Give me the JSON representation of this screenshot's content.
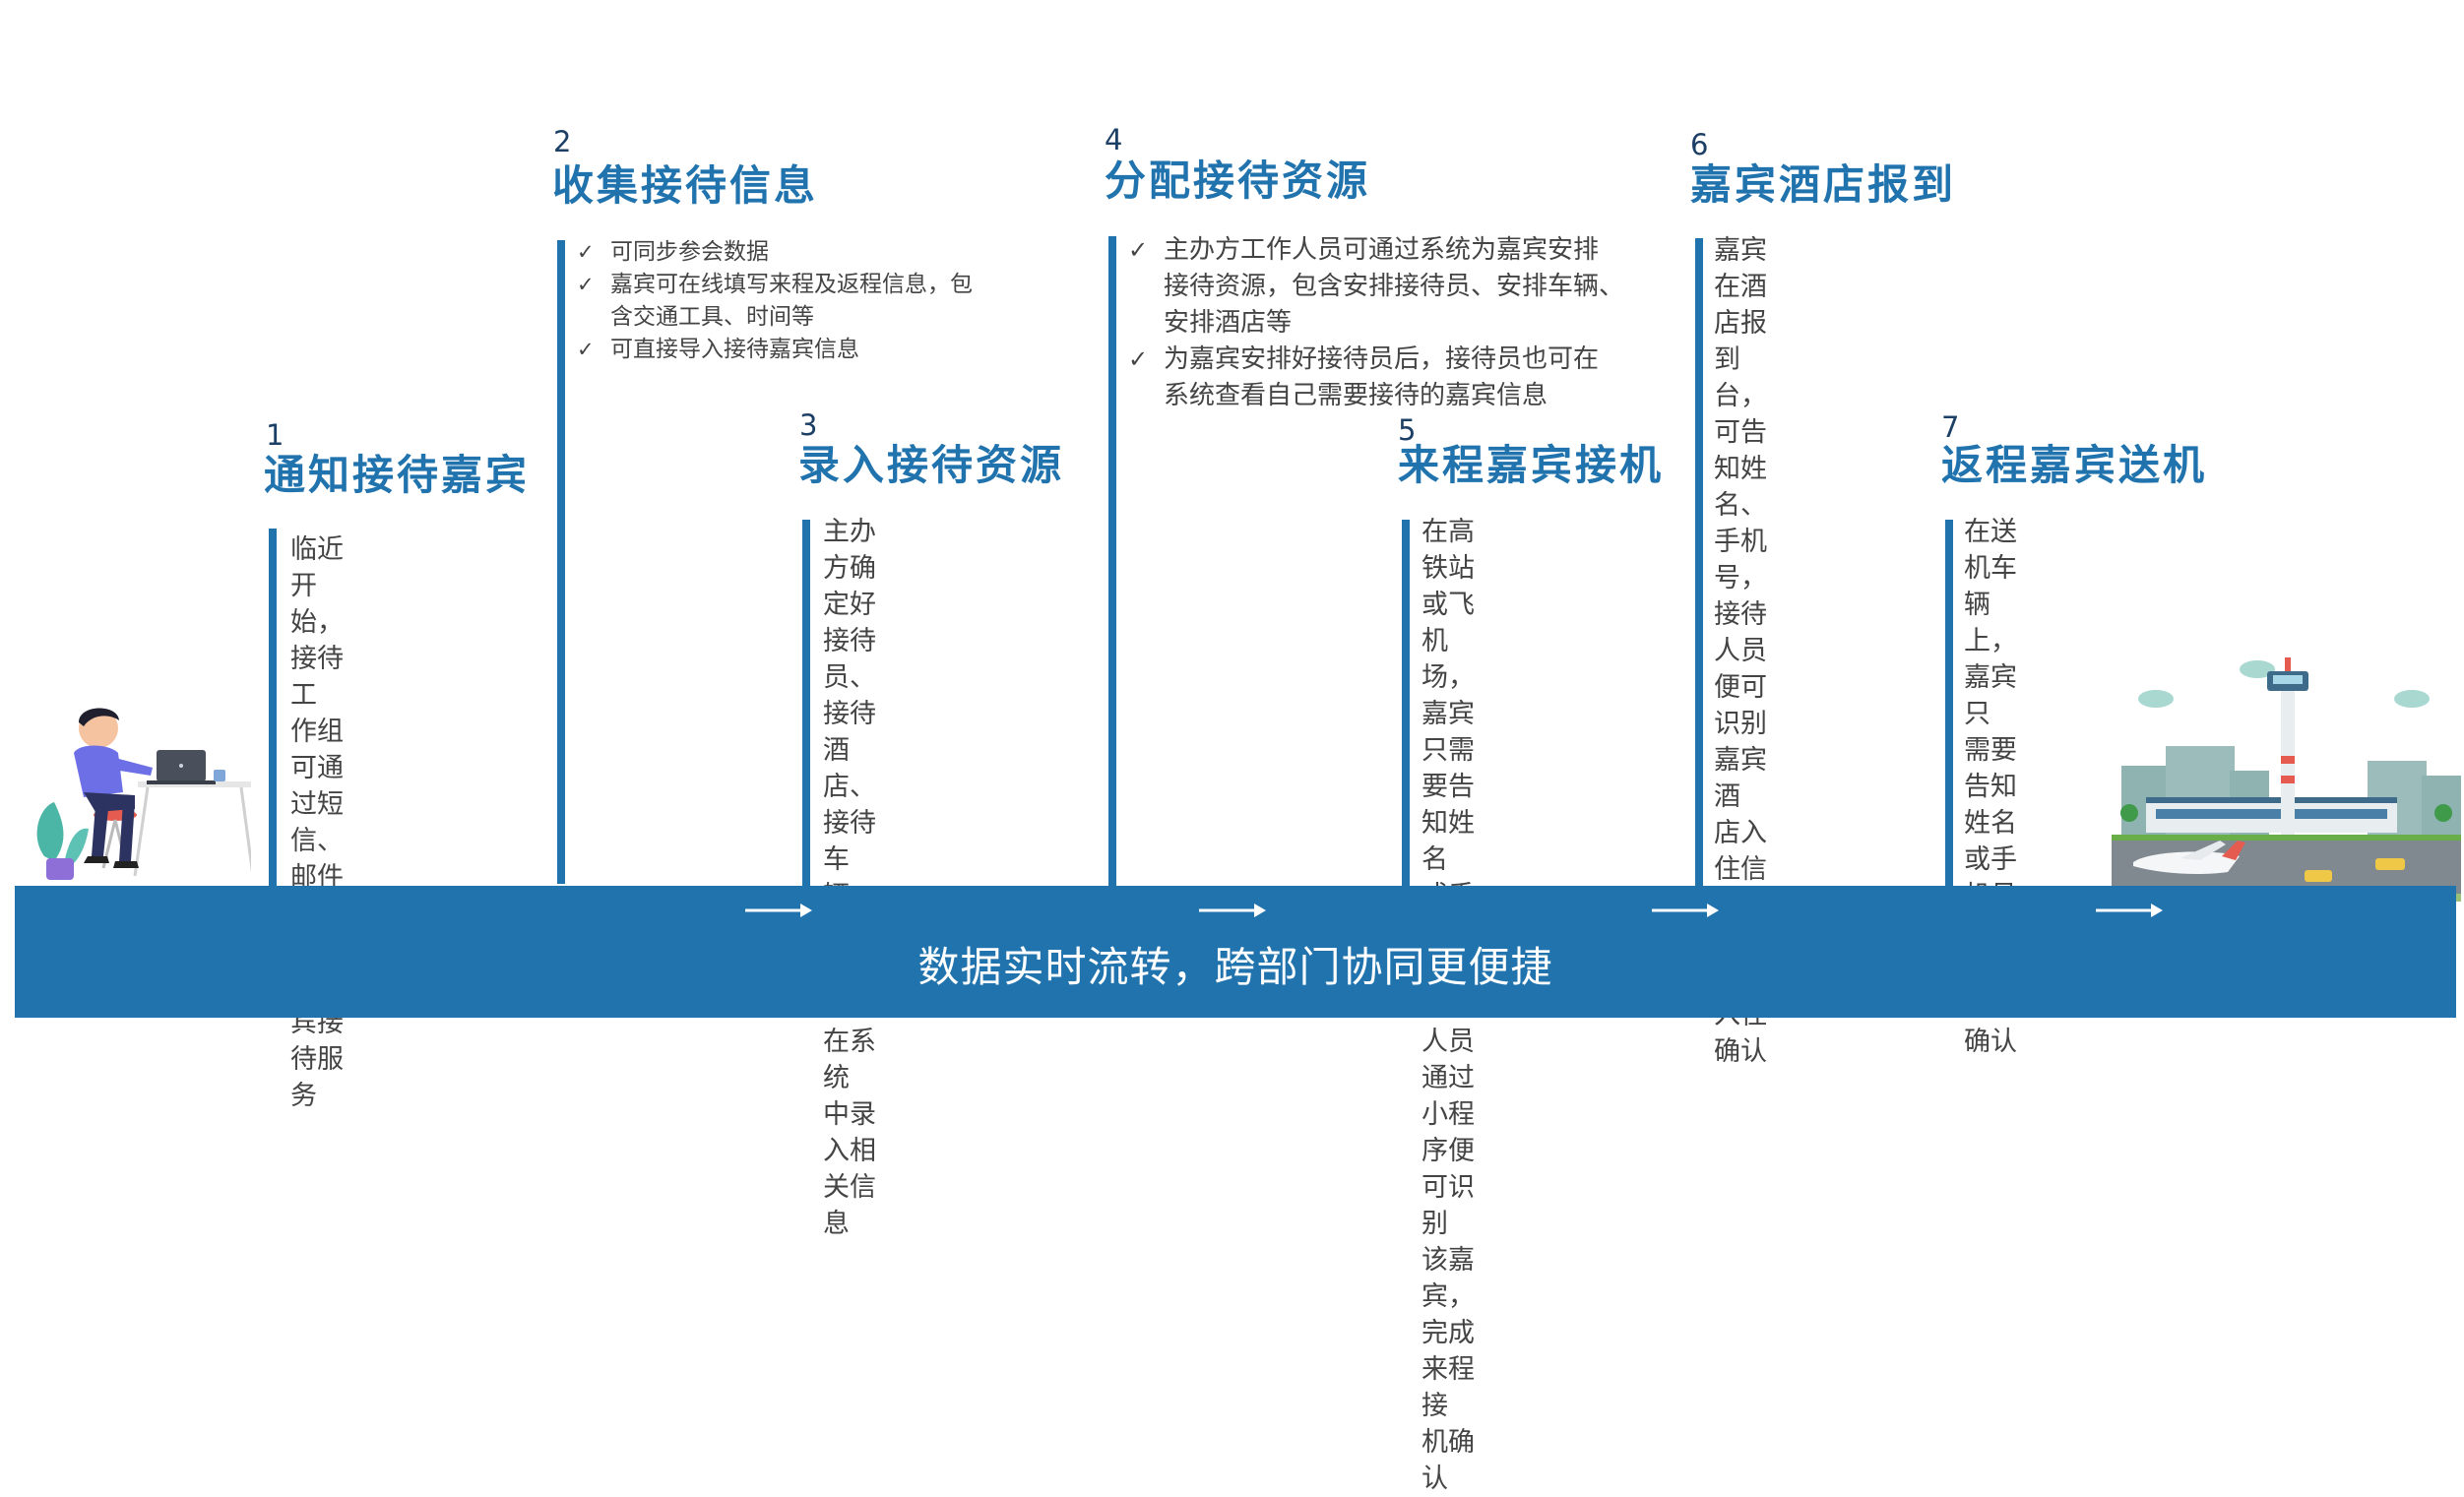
{
  "steps": [
    {
      "num": "1",
      "title": "通知接待嘉宾",
      "lines": [
        "临近开始，接待工",
        "作组可通过短信、",
        "邮件等方式告知嘉",
        "宾接待服务"
      ]
    },
    {
      "num": "2",
      "title": "收集接待信息",
      "items": [
        [
          "可同步参会数据"
        ],
        [
          "嘉宾可在线填写来程及返程信息，包",
          "含交通工具、时间等"
        ],
        [
          "可直接导入接待嘉宾信息"
        ]
      ]
    },
    {
      "num": "3",
      "title": "录入接待资源",
      "lines": [
        "主办方确定好接待员、",
        "接待酒店、接待车辆、",
        "班车时间后可在系统",
        "中录入相关信息"
      ]
    },
    {
      "num": "4",
      "title": "分配接待资源",
      "items": [
        [
          "主办方工作人员可通过系统为嘉宾安排",
          "接待资源，包含安排接待员、安排车辆、",
          "安排酒店等"
        ],
        [
          "为嘉宾安排好接待员后，接待员也可在",
          "系统查看自己需要接待的嘉宾信息"
        ]
      ]
    },
    {
      "num": "5",
      "title": "来程嘉宾接机",
      "lines": [
        "在高铁站或飞机场，",
        "嘉宾只需要告知姓名",
        "或手机号，接待人员",
        "通过小程序便可识别",
        "该嘉宾，完成来程接",
        "机确认"
      ]
    },
    {
      "num": "6",
      "title": "嘉宾酒店报到",
      "lines": [
        "嘉宾在酒店报到台，可告知姓名、",
        "手机号，接待人员便可识别嘉宾酒",
        "店入住信息，完成酒店入住确认"
      ]
    },
    {
      "num": "7",
      "title": "返程嘉宾送机",
      "lines": [
        "在送机车辆上，嘉宾只",
        "需要告知姓名或手机号",
        "便可完成送机确认"
      ]
    }
  ],
  "banner": {
    "text": "数据实时流转，跨部门协同更便捷"
  },
  "icons": {
    "check": "check-icon",
    "arrow": "arrow-right-icon",
    "person": "person-at-desk-illustration",
    "airport": "airport-illustration"
  },
  "colors": {
    "accent": "#2173ae",
    "text": "#444444",
    "number": "#1c3f66"
  }
}
